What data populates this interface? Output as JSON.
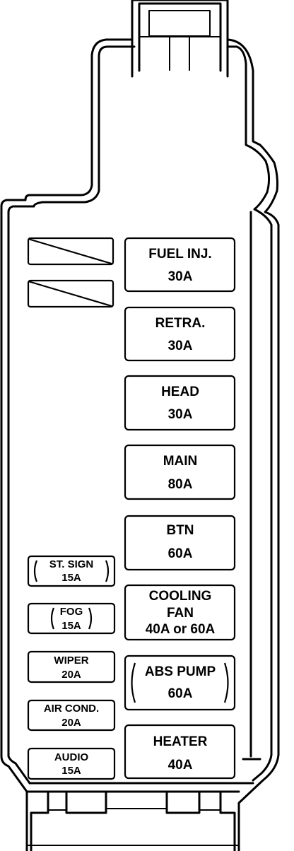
{
  "large_fuses": [
    {
      "id": "fuel-inj",
      "lines": [
        "FUEL INJ.",
        "30A"
      ]
    },
    {
      "id": "retra",
      "lines": [
        "RETRA.",
        "30A"
      ]
    },
    {
      "id": "head",
      "lines": [
        "HEAD",
        "30A"
      ]
    },
    {
      "id": "main",
      "lines": [
        "MAIN",
        "80A"
      ]
    },
    {
      "id": "btn",
      "lines": [
        "BTN",
        "60A"
      ]
    },
    {
      "id": "cooling-fan",
      "lines": [
        "COOLING",
        "FAN",
        "40A  or  60A"
      ]
    },
    {
      "id": "abs-pump",
      "lines": [
        "ABS PUMP",
        "60A"
      ]
    },
    {
      "id": "heater",
      "lines": [
        "HEATER",
        "40A"
      ]
    }
  ],
  "small_fuses": [
    {
      "id": "st-sign",
      "lines": [
        "ST. SIGN",
        "15A"
      ]
    },
    {
      "id": "fog",
      "lines": [
        "FOG",
        "15A"
      ]
    },
    {
      "id": "wiper",
      "lines": [
        "WIPER",
        "20A"
      ]
    },
    {
      "id": "air-cond",
      "lines": [
        "AIR COND.",
        "20A"
      ]
    },
    {
      "id": "audio",
      "lines": [
        "AUDIO",
        "15A"
      ]
    }
  ],
  "colors": {
    "line": "#000000",
    "background": "#ffffff"
  }
}
